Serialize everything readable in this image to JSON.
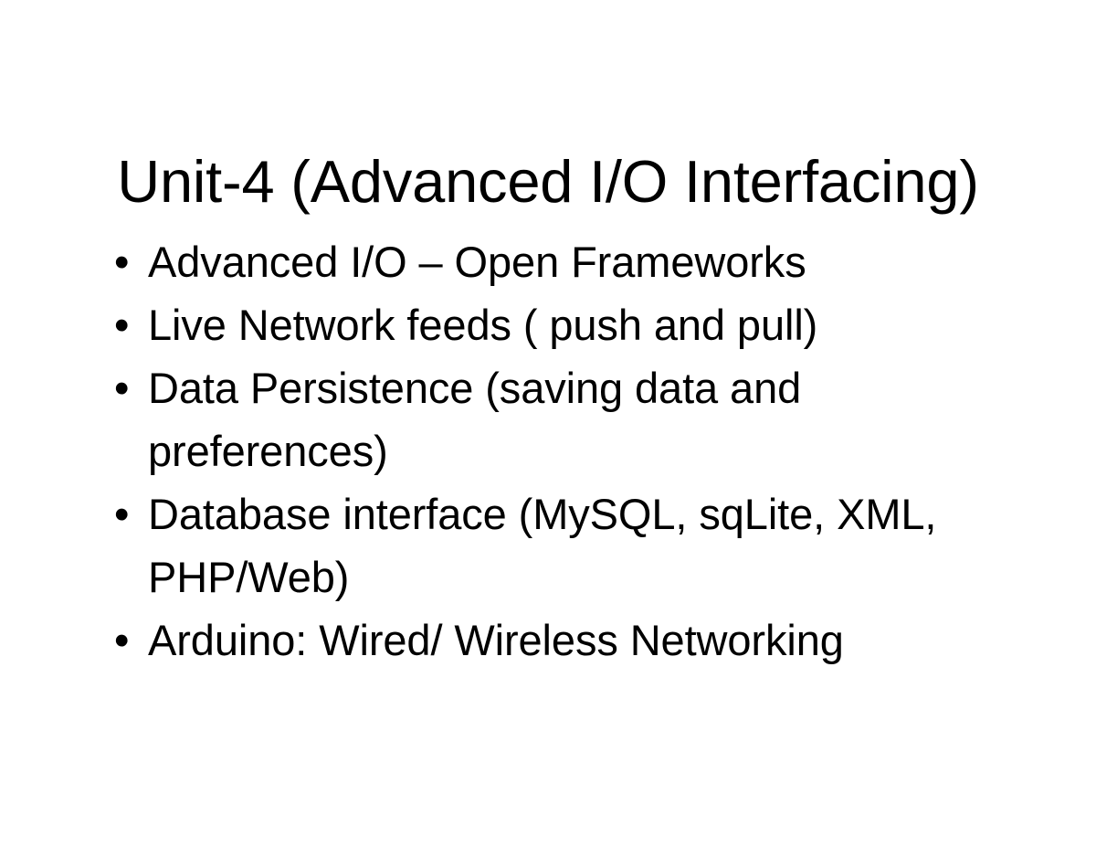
{
  "slide": {
    "background_color": "#ffffff",
    "text_color": "#000000",
    "title": "Unit-4 (Advanced I/O Interfacing)",
    "bullet_marker": "•",
    "bullets": [
      {
        "text": "Advanced I/O – Open Frameworks"
      },
      {
        "text": "Live Network feeds ( push and pull)"
      },
      {
        "text": "Data Persistence (saving data and preferences)"
      },
      {
        "text": "Database interface (MySQL, sqLite, XML, PHP/Web)"
      },
      {
        "text": "Arduino: Wired/ Wireless Networking"
      }
    ]
  }
}
